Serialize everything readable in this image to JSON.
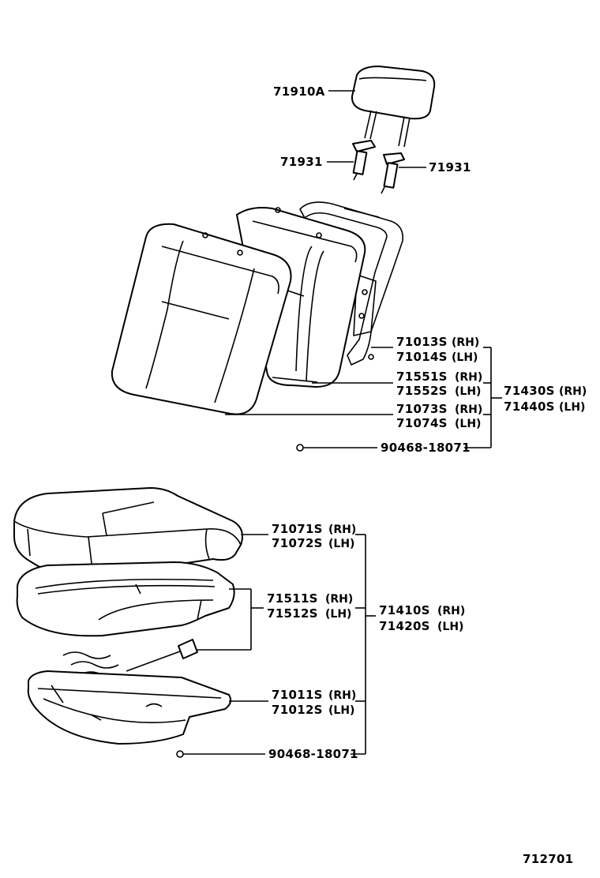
{
  "diagram_id": "712701",
  "callouts": {
    "headrest": "71910A",
    "support_left": "71931",
    "support_right": "71931",
    "back_frame": {
      "rh": "71013S",
      "lh": "71014S"
    },
    "back_pad": {
      "rh": "71551S",
      "lh": "71552S"
    },
    "back_cover": {
      "rh": "71073S",
      "lh": "71074S"
    },
    "back_assy": {
      "rh": "71430S",
      "lh": "71440S"
    },
    "back_clip": "90468-18071",
    "cushion_cover": {
      "rh": "71071S",
      "lh": "71072S"
    },
    "cushion_pad": {
      "rh": "71511S",
      "lh": "71512S"
    },
    "cushion_assy": {
      "rh": "71410S",
      "lh": "71420S"
    },
    "cushion_frame": {
      "rh": "71011S",
      "lh": "71012S"
    },
    "cushion_clip": "90468-18071"
  },
  "side_labels": {
    "rh": "(RH)",
    "lh": "(LH)"
  }
}
